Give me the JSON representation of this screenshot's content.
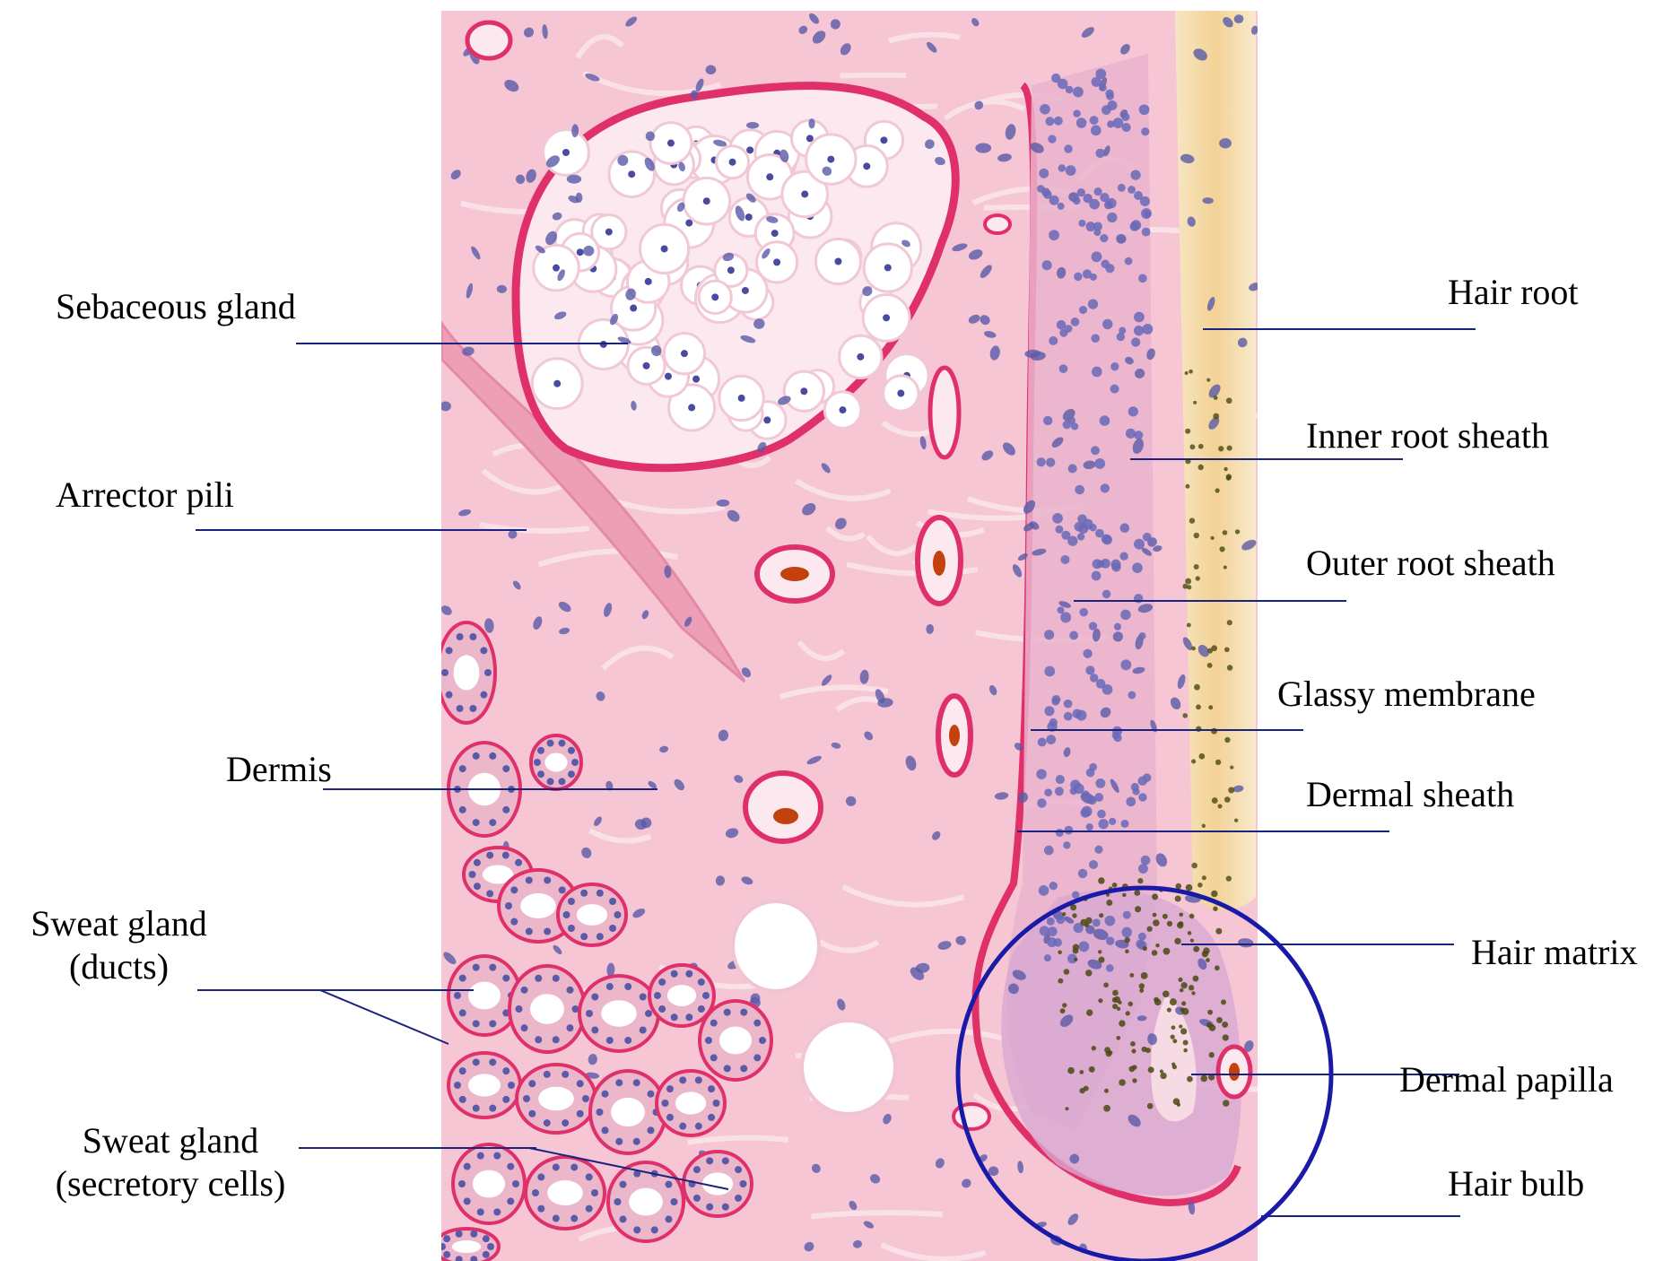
{
  "figure": {
    "micrograph": "hair follicle and skin section, H&E stained"
  },
  "colors": {
    "label_line": "#1a237e",
    "circle": "#1a1aa8",
    "tissue_background": "#f6c6d4",
    "membrane": "#e0306a",
    "nucleus": "#5a5aa8",
    "hair_shaft": "#f3d9a4",
    "melanin": "#4a4a10"
  },
  "labels_left": {
    "sebaceous_gland": "Sebaceous gland",
    "arrector_pili": "Arrector pili",
    "dermis": "Dermis",
    "sweat_ducts_line1": "Sweat gland",
    "sweat_ducts_line2": "(ducts)",
    "sweat_secretory_line1": "Sweat gland",
    "sweat_secretory_line2": "(secretory cells)"
  },
  "labels_right": {
    "hair_root": "Hair root",
    "inner_root_sheath": "Inner root sheath",
    "outer_root_sheath": "Outer root sheath",
    "glassy_membrane": "Glassy membrane",
    "dermal_sheath": "Dermal sheath",
    "hair_matrix": "Hair matrix",
    "dermal_papilla": "Dermal papilla",
    "hair_bulb": "Hair bulb"
  }
}
